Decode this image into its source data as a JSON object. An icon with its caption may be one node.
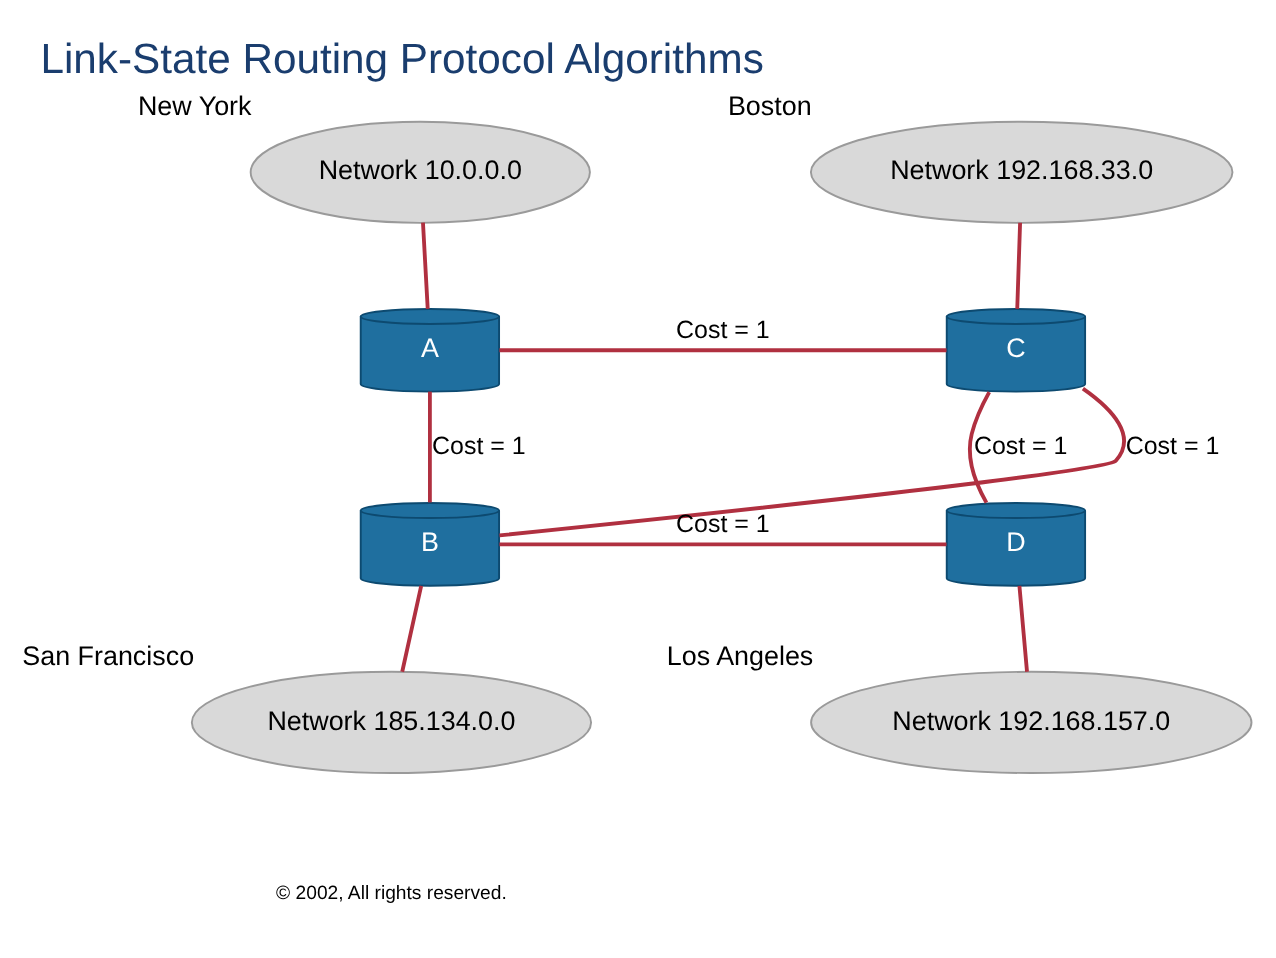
{
  "diagram": {
    "title": "Link-State Routing Protocol Algorithms",
    "nodes": [
      {
        "text": [
          "Network 10.0.0.0"
        ],
        "beside": [
          "New York"
        ]
      },
      {
        "text": [
          "Network 192.168.33.0"
        ],
        "beside": [
          "Boston"
        ]
      },
      {
        "text": [
          "A"
        ]
      },
      {
        "text": [
          "C"
        ]
      },
      {
        "text": [
          "B"
        ]
      },
      {
        "text": [
          "D"
        ]
      },
      {
        "text": [
          "Network 185.134.0.0"
        ],
        "beside": [
          "San Francisco"
        ]
      },
      {
        "text": [
          "Network 192.168.157.0"
        ],
        "beside": [
          "Los Angeles"
        ]
      }
    ],
    "edges": [
      {
        "from": 0,
        "to": 2,
        "arrow": "none"
      },
      {
        "from": 1,
        "to": 3,
        "arrow": "none"
      },
      {
        "from": 2,
        "to": 3,
        "arrow": "none",
        "label": "Cost = 1"
      },
      {
        "from": 2,
        "to": 4,
        "arrow": "none",
        "label": "Cost = 1"
      },
      {
        "from": 3,
        "to": 5,
        "arrow": "none",
        "label": "Cost = 1"
      },
      {
        "from": 4,
        "to": 3,
        "arrow": "none",
        "label": "Cost = 1"
      },
      {
        "from": 4,
        "to": 5,
        "arrow": "none",
        "label": "Cost = 1"
      },
      {
        "from": 4,
        "to": 6,
        "arrow": "none"
      },
      {
        "from": 5,
        "to": 7,
        "arrow": "none"
      }
    ],
    "labels": [
      "© 2002, All rights reserved."
    ]
  }
}
